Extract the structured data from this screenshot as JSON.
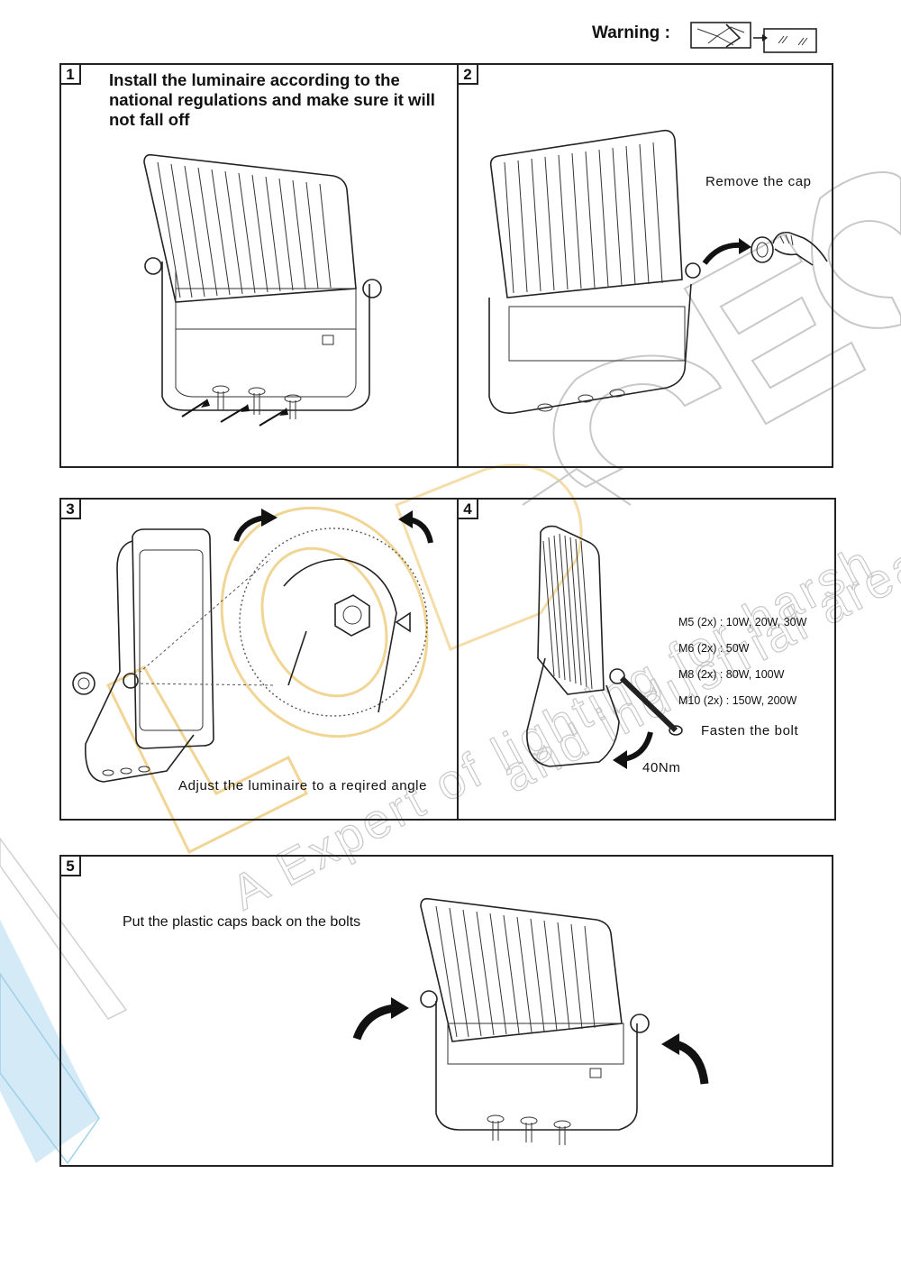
{
  "header": {
    "warning_label": "Warning :"
  },
  "steps": [
    {
      "number": "1",
      "caption": "Install the luminaire according to the national regulations and make sure it will not fall off"
    },
    {
      "number": "2",
      "caption": "Remove the cap"
    },
    {
      "number": "3",
      "caption": "Adjust the luminaire to a reqired angle"
    },
    {
      "number": "4",
      "caption": "Fasten the bolt",
      "torque": "40Nm",
      "specs": [
        "M5 (2x) : 10W, 20W, 30W",
        "M6 (2x) :  50W",
        "M8 (2x) :  80W, 100W",
        "M10 (2x) : 150W, 200W"
      ]
    },
    {
      "number": "5",
      "caption": "Put the plastic caps back on the bolts"
    }
  ],
  "watermark": {
    "brand": "LODECES",
    "slogan_1": "A Expert of lighting for harsh",
    "slogan_2": "and industrial area",
    "colors": {
      "brand_l": "#f3d58a",
      "brand_o": "#f3d58a",
      "gray": "#c8c8c8",
      "stripe": "#bfe0f2"
    }
  },
  "icons": [
    "broken-glass-icon",
    "replace-glass-icon",
    "floodlight-drawing",
    "rotation-arrow-icon",
    "wrench-icon",
    "hand-icon",
    "cap-icon"
  ]
}
